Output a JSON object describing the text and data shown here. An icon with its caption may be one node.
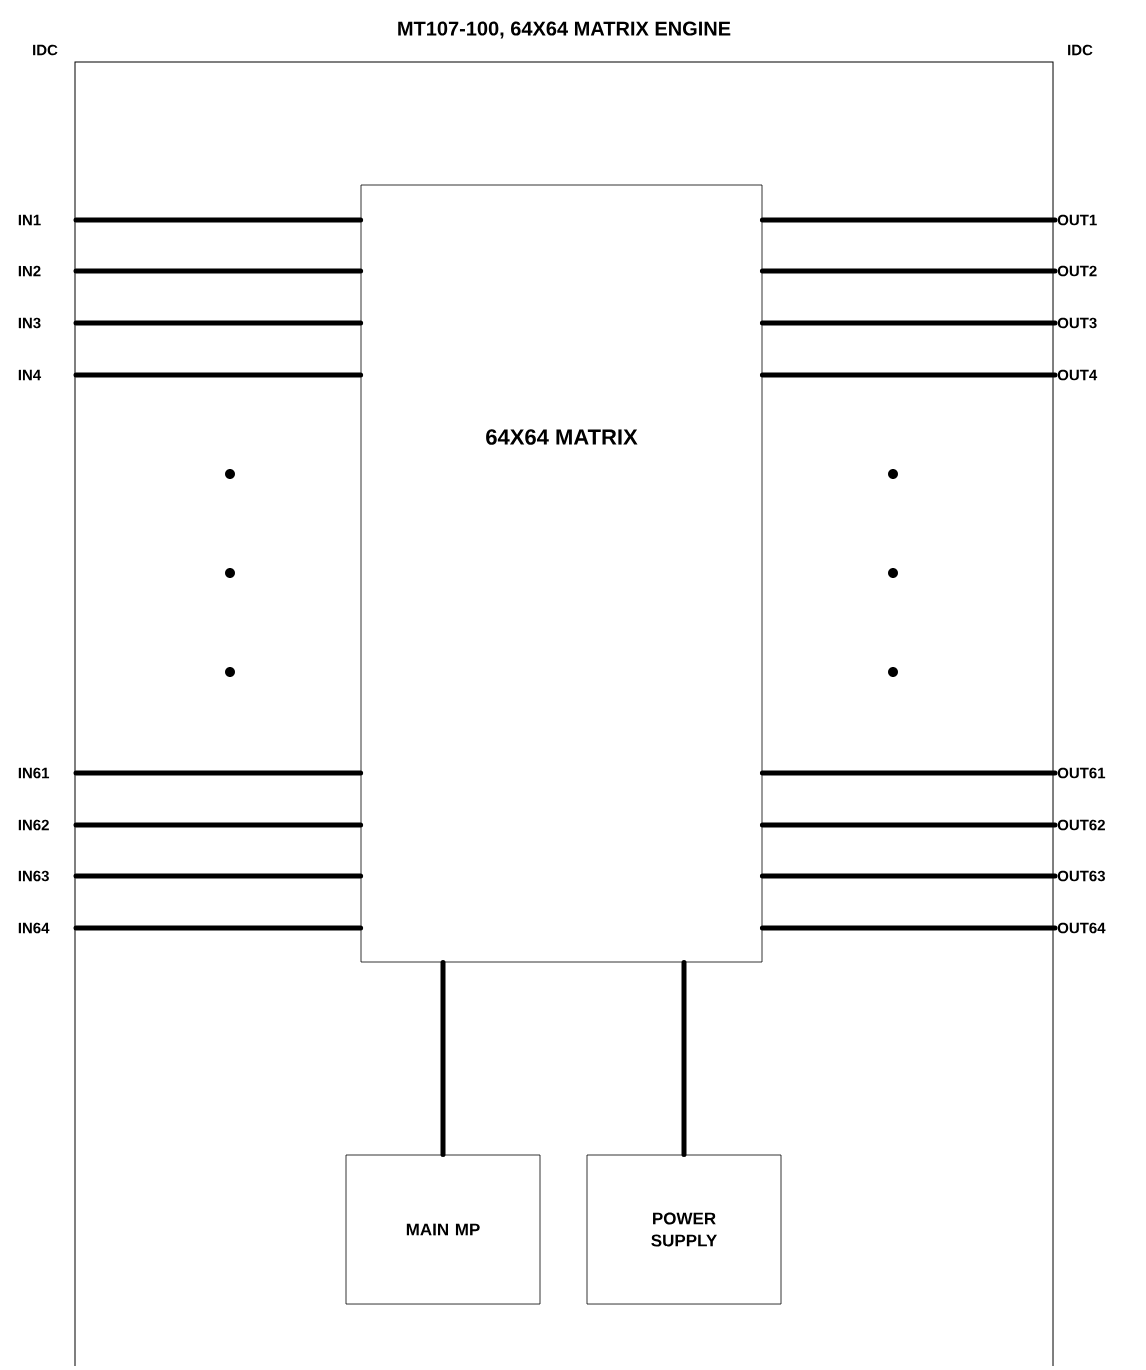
{
  "diagram": {
    "title": "MT107-100, 64X64 MATRIX ENGINE",
    "nodes": [
      {
        "text": [
          "64X64 MATRIX"
        ]
      },
      {
        "text": [
          "IN1"
        ]
      },
      {
        "text": [
          "IN2"
        ]
      },
      {
        "text": [
          "IN3"
        ]
      },
      {
        "text": [
          "IN4"
        ]
      },
      {
        "text": [
          "IN61"
        ]
      },
      {
        "text": [
          "IN62"
        ]
      },
      {
        "text": [
          "IN63"
        ]
      },
      {
        "text": [
          "IN64"
        ]
      },
      {
        "text": [
          "OUT1"
        ]
      },
      {
        "text": [
          "OUT2"
        ]
      },
      {
        "text": [
          "OUT3"
        ]
      },
      {
        "text": [
          "OUT4"
        ]
      },
      {
        "text": [
          "OUT61"
        ]
      },
      {
        "text": [
          "OUT62"
        ]
      },
      {
        "text": [
          "OUT63"
        ]
      },
      {
        "text": [
          "OUT64"
        ]
      },
      {
        "text": [
          "MAIN MP"
        ]
      },
      {
        "text": [
          "POWER SUPPLY"
        ]
      }
    ],
    "edges": [
      {
        "from": 1,
        "to": 0,
        "arrow": "none"
      },
      {
        "from": 2,
        "to": 0,
        "arrow": "none"
      },
      {
        "from": 3,
        "to": 0,
        "arrow": "none"
      },
      {
        "from": 4,
        "to": 0,
        "arrow": "none"
      },
      {
        "from": 5,
        "to": 0,
        "arrow": "none"
      },
      {
        "from": 6,
        "to": 0,
        "arrow": "none"
      },
      {
        "from": 7,
        "to": 0,
        "arrow": "none"
      },
      {
        "from": 8,
        "to": 0,
        "arrow": "none"
      },
      {
        "from": 0,
        "to": 9,
        "arrow": "none"
      },
      {
        "from": 0,
        "to": 10,
        "arrow": "none"
      },
      {
        "from": 0,
        "to": 11,
        "arrow": "none"
      },
      {
        "from": 0,
        "to": 12,
        "arrow": "none"
      },
      {
        "from": 0,
        "to": 13,
        "arrow": "none"
      },
      {
        "from": 0,
        "to": 14,
        "arrow": "none"
      },
      {
        "from": 0,
        "to": 15,
        "arrow": "none"
      },
      {
        "from": 0,
        "to": 16,
        "arrow": "none"
      },
      {
        "from": 0,
        "to": 17,
        "arrow": "none"
      },
      {
        "from": 0,
        "to": 18,
        "arrow": "none"
      }
    ],
    "labels": [
      "IDC",
      "IDC"
    ]
  }
}
